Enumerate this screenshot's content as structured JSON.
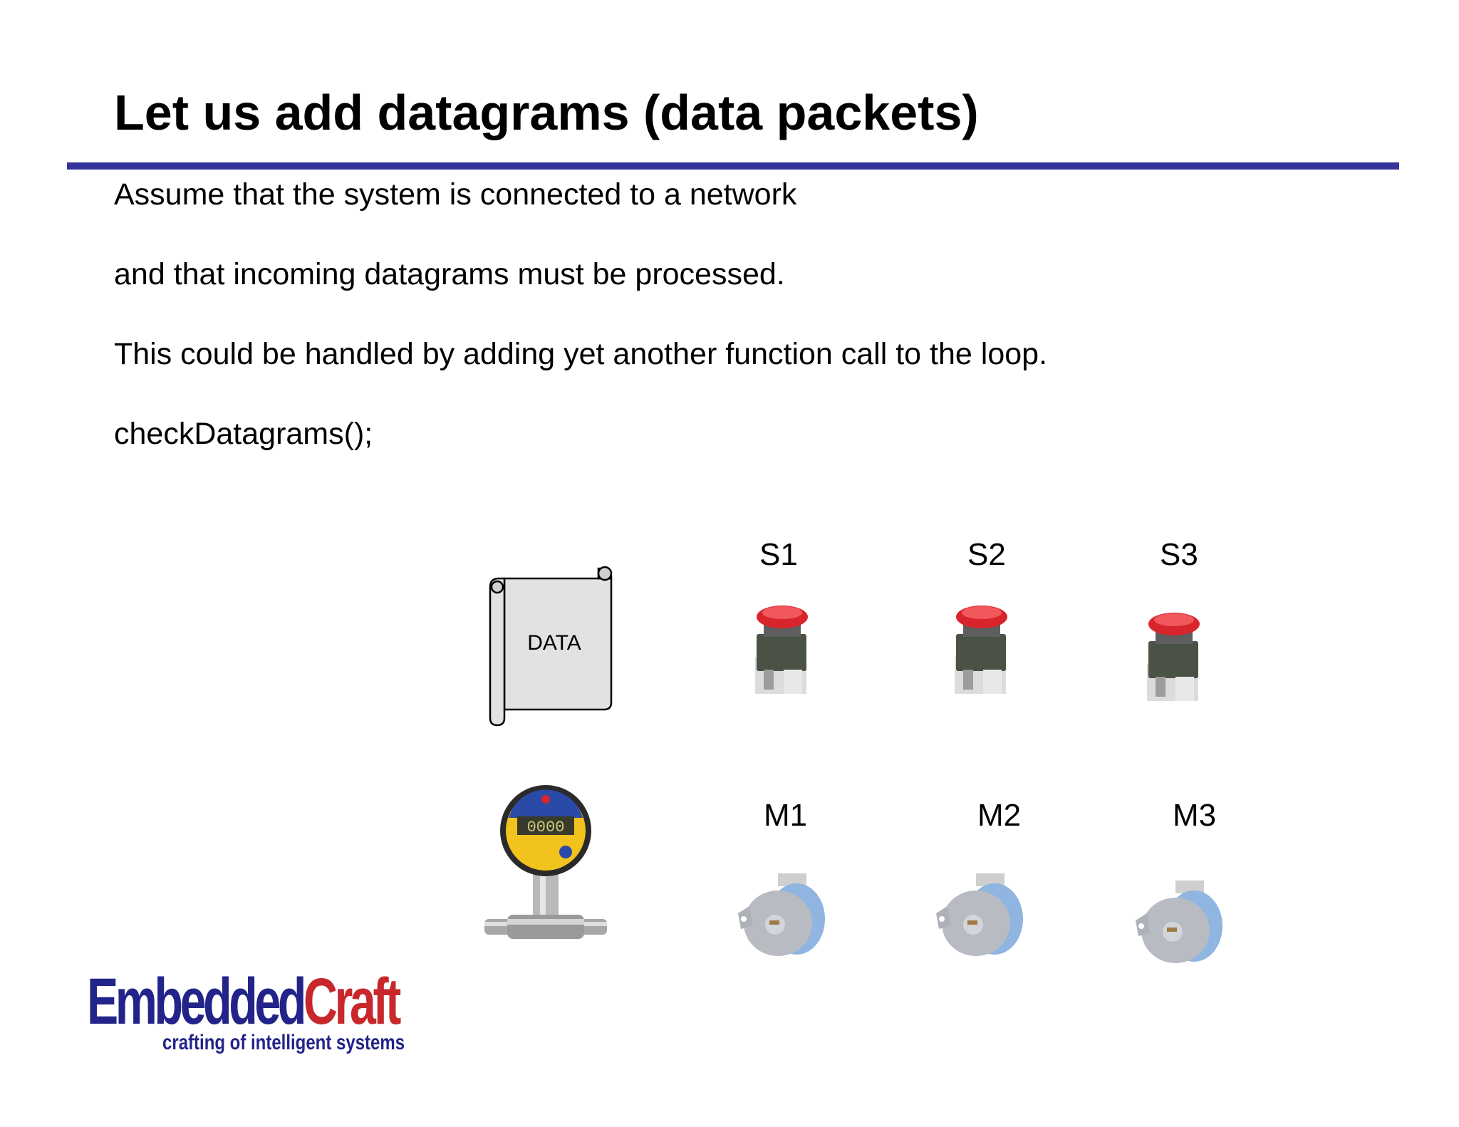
{
  "slide": {
    "title": "Let us add datagrams (data packets)",
    "lines": [
      "Assume that the system is connected to a network",
      "and that incoming datagrams must be processed.",
      "This could be handled by adding yet another function call to the loop.",
      "checkDatagrams();"
    ]
  },
  "diagram": {
    "scroll_label": "DATA",
    "switch_labels": [
      "S1",
      "S2",
      "S3"
    ],
    "motor_labels": [
      "M1",
      "M2",
      "M3"
    ],
    "gauge_display": "0000"
  },
  "logo": {
    "part1": "Embedded",
    "part2": "Craft",
    "tagline": "crafting of intelligent systems"
  },
  "colors": {
    "rule": "#333399",
    "logo_blue": "#23248a",
    "logo_red": "#c8282b",
    "button_red": "#d8242b"
  }
}
